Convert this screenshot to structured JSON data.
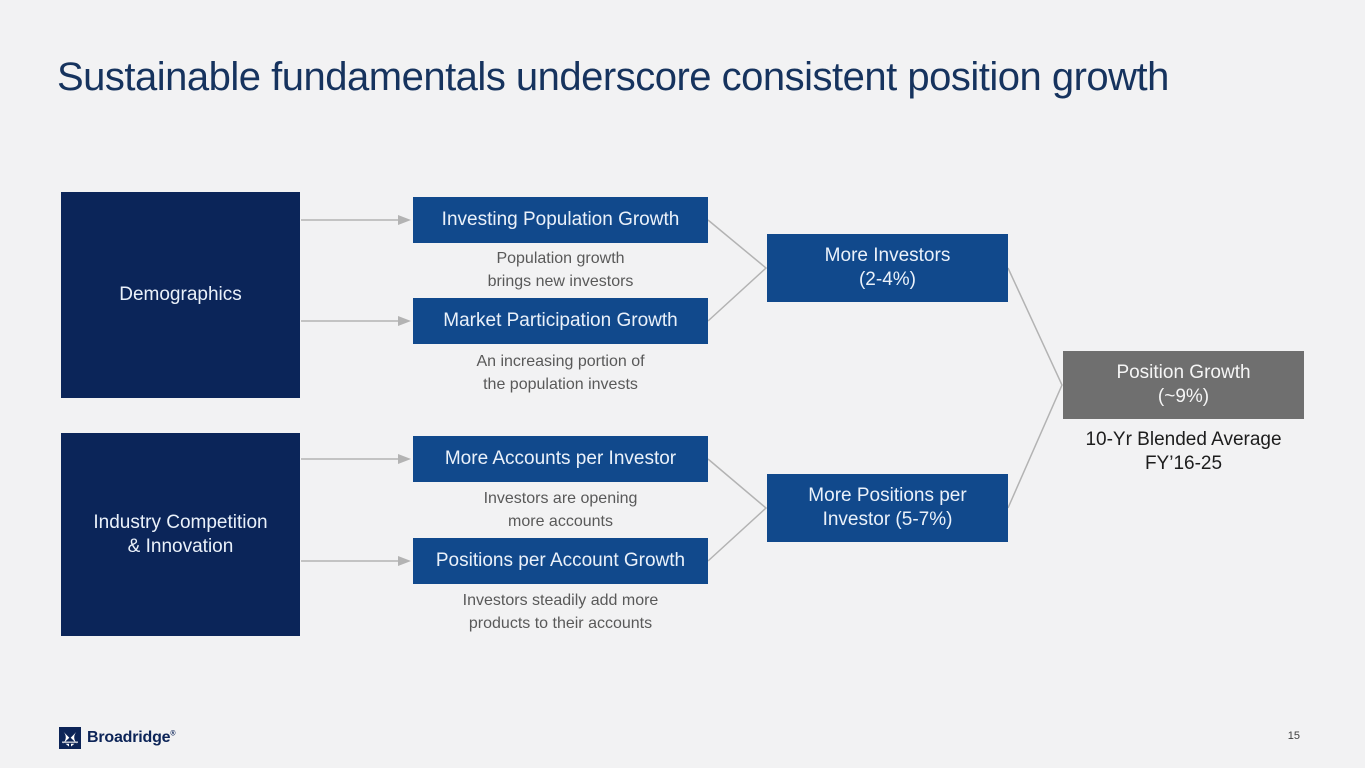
{
  "slide": {
    "title": "Sustainable fundamentals underscore consistent position growth",
    "page_number": "15"
  },
  "logo": {
    "name": "Broadridge",
    "mark": "®"
  },
  "diagram": {
    "drivers": [
      {
        "label": "Demographics"
      },
      {
        "label": "Industry Competition\n& Innovation"
      }
    ],
    "factors": [
      {
        "label": "Investing Population Growth",
        "description": "Population growth\nbrings new investors"
      },
      {
        "label": "Market Participation Growth",
        "description": "An increasing portion of\nthe population invests"
      },
      {
        "label": "More Accounts per Investor",
        "description": "Investors are opening\nmore accounts"
      },
      {
        "label": "Positions per Account Growth",
        "description": "Investors steadily add more\nproducts to their accounts"
      }
    ],
    "outcomes": [
      {
        "label": "More Investors\n(2-4%)"
      },
      {
        "label": "More Positions per\nInvestor (5-7%)"
      }
    ],
    "result": {
      "label": "Position Growth\n(~9%)",
      "note": "10-Yr Blended Average\nFY’16-25"
    }
  },
  "colors": {
    "background": "#f2f2f3",
    "navy_box": "#0b2559",
    "blue_box": "#11498c",
    "gray_box": "#6f6f6f",
    "title_text": "#16335e",
    "description_text": "#595959",
    "connector_line": "#b3b3b3"
  }
}
